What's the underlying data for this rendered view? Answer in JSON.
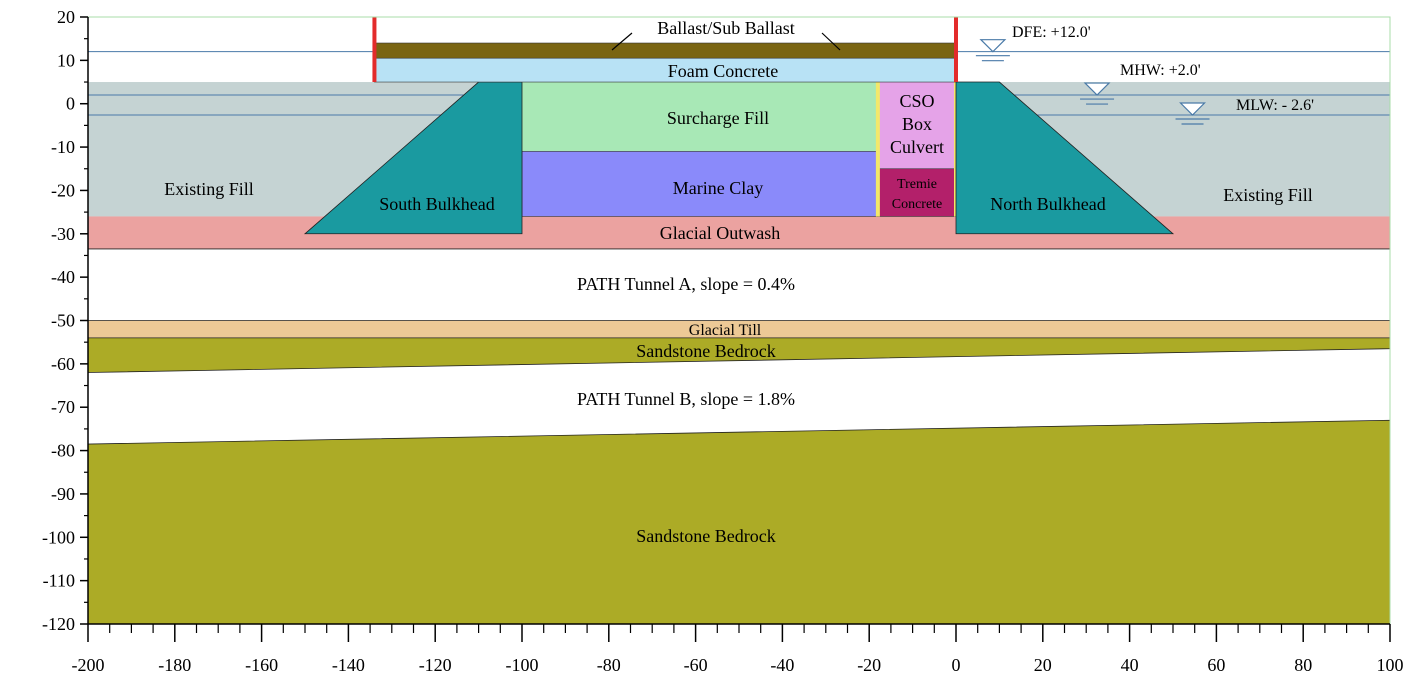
{
  "colors": {
    "existing_fill": "#c5d3d3",
    "bulkhead": "#1a9aa0",
    "glacial_outwash": "#eba2a0",
    "surcharge_fill": "#a8e8b6",
    "marine_clay": "#8a8afa",
    "cso_box": "#e5a3e8",
    "tremie": "#b3206a",
    "foam_concrete": "#b8e2f5",
    "ballast": "#7a6512",
    "glacial_till": "#edc996",
    "sandstone": "#acab26",
    "water_line": "#4a7aa8",
    "sheet_pile": "#e32b2b",
    "culvert_wall": "#f2e86a",
    "frame": "#a8dca8"
  },
  "axes": {
    "x_range": [
      -200,
      100
    ],
    "y_range": [
      -120,
      20
    ],
    "x_ticks": [
      "-200",
      "-180",
      "-160",
      "-140",
      "-120",
      "-100",
      "-80",
      "-60",
      "-40",
      "-20",
      "0",
      "20",
      "40",
      "60",
      "80",
      "100"
    ],
    "y_ticks": [
      "20",
      "10",
      "0",
      "-10",
      "-20",
      "-30",
      "-40",
      "-50",
      "-60",
      "-70",
      "-80",
      "-90",
      "-100",
      "-110",
      "-120"
    ]
  },
  "water_levels": [
    {
      "label": "DFE: +12.0'",
      "elevation": 12.0,
      "symbol_x": 8.5
    },
    {
      "label": "MHW: +2.0'",
      "elevation": 2.0,
      "symbol_x": 32.5
    },
    {
      "label": "MLW: - 2.6'",
      "elevation": -2.6,
      "symbol_x": 54.5
    }
  ],
  "layers": {
    "existing_fill": {
      "top": 5,
      "bottom": -26
    },
    "glacial_outwash": {
      "top": -26,
      "bottom": -33.5
    },
    "glacial_till": {
      "top": -50,
      "bottom": -54
    },
    "sandstone_upper": {
      "top_left": -54,
      "top_right": -54,
      "bottom_left": -62,
      "bottom_right": -56.5
    },
    "sandstone_lower": {
      "top_left": -78.5,
      "top_right": -73,
      "bottom": -120
    }
  },
  "structures": {
    "south_bulkhead": [
      [
        -110,
        5
      ],
      [
        -100,
        5
      ],
      [
        -100,
        -30
      ],
      [
        -150,
        -30
      ]
    ],
    "north_bulkhead": [
      [
        0,
        5
      ],
      [
        10,
        5
      ],
      [
        50,
        -30
      ],
      [
        0,
        -30
      ]
    ],
    "surcharge_fill": {
      "x": [
        -100,
        -18
      ],
      "y": [
        -11,
        5
      ]
    },
    "marine_clay": {
      "x": [
        -100,
        -18
      ],
      "y": [
        -26,
        -11
      ]
    },
    "cso_box": {
      "x": [
        -18,
        0
      ],
      "y": [
        -15,
        5
      ]
    },
    "tremie": {
      "x": [
        -18,
        0
      ],
      "y": [
        -26,
        -15
      ]
    },
    "foam_concrete": {
      "x": [
        -134,
        0
      ],
      "y": [
        5,
        10.5
      ]
    },
    "ballast": {
      "x": [
        -134,
        0
      ],
      "y": [
        10.5,
        14
      ]
    },
    "sheet_piles": [
      {
        "x": -134,
        "y": [
          5,
          20
        ]
      },
      {
        "x": 0,
        "y": [
          5,
          20
        ]
      }
    ]
  },
  "labels": {
    "ballast": "Ballast/Sub Ballast",
    "foam_concrete": "Foam Concrete",
    "surcharge_fill": "Surcharge Fill",
    "cso_line1": "CSO",
    "cso_line2": "Box",
    "cso_line3": "Culvert",
    "marine_clay": "Marine Clay",
    "tremie_line1": "Tremie",
    "tremie_line2": "Concrete",
    "existing_fill_left": "Existing Fill",
    "existing_fill_right": "Existing Fill",
    "south_bulkhead": "South Bulkhead",
    "north_bulkhead": "North Bulkhead",
    "glacial_outwash": "Glacial Outwash",
    "tunnel_a": "PATH Tunnel A, slope = 0.4%",
    "glacial_till": "Glacial Till",
    "sandstone_upper": "Sandstone Bedrock",
    "tunnel_b": "PATH Tunnel B, slope = 1.8%",
    "sandstone_lower": "Sandstone Bedrock"
  }
}
